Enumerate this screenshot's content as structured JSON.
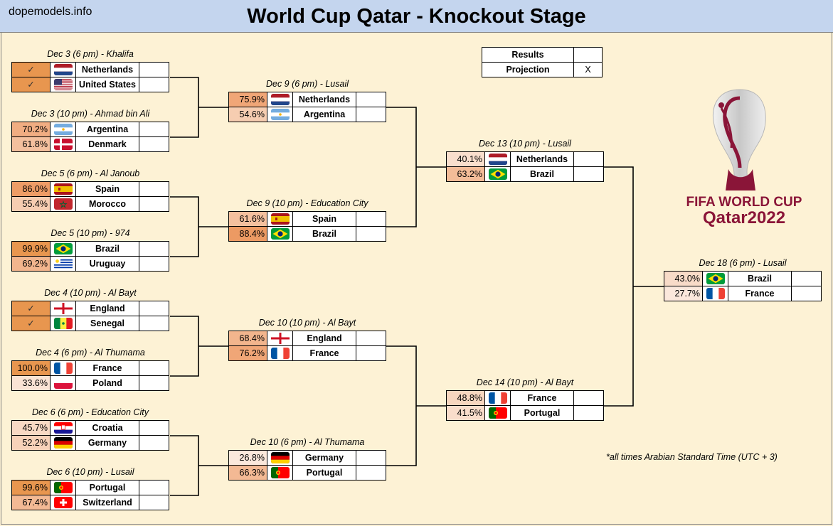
{
  "site": "dopemodels.info",
  "title": "World Cup Qatar - Knockout Stage",
  "colors": {
    "header_bg": "#c4d5ee",
    "page_bg": "#fdf2d5",
    "done": "#f1a26f",
    "brand": "#8a1538"
  },
  "legend": [
    {
      "name": "Results",
      "value": ""
    },
    {
      "name": "Projection",
      "value": "X"
    }
  ],
  "note": "*all times Arabian Standard Time (UTC + 3)",
  "logo": {
    "line1": "FIFA WORLD CUP",
    "line2": "Qatar2022"
  },
  "matches": [
    {
      "id": "r16-1",
      "label": "Dec 3 (6 pm) - Khalifa",
      "teams": [
        {
          "pct": "✓",
          "flag": "netherlands-flag-icon",
          "name": "Netherlands",
          "shade": "#e8964f"
        },
        {
          "pct": "✓",
          "flag": "usa-flag-icon",
          "name": "United States",
          "shade": "#e8964f"
        }
      ]
    },
    {
      "id": "r16-2",
      "label": "Dec 3 (10 pm) - Ahmad bin Ali",
      "teams": [
        {
          "pct": "70.2%",
          "flag": "argentina-flag-icon",
          "name": "Argentina",
          "shade": "#f1ad82"
        },
        {
          "pct": "61.8%",
          "flag": "denmark-flag-icon",
          "name": "Denmark",
          "shade": "#f4c09e"
        }
      ]
    },
    {
      "id": "r16-3",
      "label": "Dec 5 (6 pm) - Al Janoub",
      "teams": [
        {
          "pct": "86.0%",
          "flag": "spain-flag-icon",
          "name": "Spain",
          "shade": "#ed9c66"
        },
        {
          "pct": "55.4%",
          "flag": "morocco-flag-icon",
          "name": "Morocco",
          "shade": "#f6cdb1"
        }
      ]
    },
    {
      "id": "r16-4",
      "label": "Dec 5 (10 pm) - 974",
      "teams": [
        {
          "pct": "99.9%",
          "flag": "brazil-flag-icon",
          "name": "Brazil",
          "shade": "#e8964f"
        },
        {
          "pct": "69.2%",
          "flag": "uruguay-flag-icon",
          "name": "Uruguay",
          "shade": "#f2b58d"
        }
      ]
    },
    {
      "id": "r16-5",
      "label": "Dec 4 (10 pm) - Al Bayt",
      "teams": [
        {
          "pct": "✓",
          "flag": "england-flag-icon",
          "name": "England",
          "shade": "#e8964f"
        },
        {
          "pct": "✓",
          "flag": "senegal-flag-icon",
          "name": "Senegal",
          "shade": "#e8964f"
        }
      ]
    },
    {
      "id": "r16-6",
      "label": "Dec 4 (6 pm) - Al Thumama",
      "teams": [
        {
          "pct": "100.0%",
          "flag": "france-flag-icon",
          "name": "France",
          "shade": "#e8964f"
        },
        {
          "pct": "33.6%",
          "flag": "poland-flag-icon",
          "name": "Poland",
          "shade": "#fae3d4"
        }
      ]
    },
    {
      "id": "r16-7",
      "label": "Dec 6 (6 pm) - Education City",
      "teams": [
        {
          "pct": "45.7%",
          "flag": "croatia-flag-icon",
          "name": "Croatia",
          "shade": "#f8d9c4"
        },
        {
          "pct": "52.2%",
          "flag": "germany-flag-icon",
          "name": "Germany",
          "shade": "#f7d2b9"
        }
      ]
    },
    {
      "id": "r16-8",
      "label": "Dec 6 (10 pm) - Lusail",
      "teams": [
        {
          "pct": "99.6%",
          "flag": "portugal-flag-icon",
          "name": "Portugal",
          "shade": "#e8964f"
        },
        {
          "pct": "67.4%",
          "flag": "switzerland-flag-icon",
          "name": "Switzerland",
          "shade": "#f3b994"
        }
      ]
    },
    {
      "id": "qf-1",
      "label": "Dec 9 (6 pm) - Lusail",
      "teams": [
        {
          "pct": "75.9%",
          "flag": "netherlands-flag-icon",
          "name": "Netherlands",
          "shade": "#f0a677"
        },
        {
          "pct": "54.6%",
          "flag": "argentina-flag-icon",
          "name": "Argentina",
          "shade": "#f6cdb1"
        }
      ]
    },
    {
      "id": "qf-2",
      "label": "Dec 9 (10 pm) - Education City",
      "teams": [
        {
          "pct": "61.6%",
          "flag": "spain-flag-icon",
          "name": "Spain",
          "shade": "#f4c09e"
        },
        {
          "pct": "88.4%",
          "flag": "brazil-flag-icon",
          "name": "Brazil",
          "shade": "#ec9a63"
        }
      ]
    },
    {
      "id": "qf-3",
      "label": "Dec 10 (10 pm) - Al Bayt",
      "teams": [
        {
          "pct": "68.4%",
          "flag": "england-flag-icon",
          "name": "England",
          "shade": "#f2b58d"
        },
        {
          "pct": "76.2%",
          "flag": "france-flag-icon",
          "name": "France",
          "shade": "#f0a677"
        }
      ]
    },
    {
      "id": "qf-4",
      "label": "Dec 10 (6 pm) - Al Thumama",
      "teams": [
        {
          "pct": "26.8%",
          "flag": "germany-flag-icon",
          "name": "Germany",
          "shade": "#fbe8dc"
        },
        {
          "pct": "66.3%",
          "flag": "portugal-flag-icon",
          "name": "Portugal",
          "shade": "#f3b994"
        }
      ]
    },
    {
      "id": "sf-1",
      "label": "Dec 13 (10 pm) - Lusail",
      "teams": [
        {
          "pct": "40.1%",
          "flag": "netherlands-flag-icon",
          "name": "Netherlands",
          "shade": "#f9dfcd"
        },
        {
          "pct": "63.2%",
          "flag": "brazil-flag-icon",
          "name": "Brazil",
          "shade": "#f3bc98"
        }
      ]
    },
    {
      "id": "sf-2",
      "label": "Dec 14 (10 pm) - Al Bayt",
      "teams": [
        {
          "pct": "48.8%",
          "flag": "france-flag-icon",
          "name": "France",
          "shade": "#f7d6bf"
        },
        {
          "pct": "41.5%",
          "flag": "portugal-flag-icon",
          "name": "Portugal",
          "shade": "#f9ddcb"
        }
      ]
    },
    {
      "id": "final",
      "label": "Dec 18 (6 pm) - Lusail",
      "teams": [
        {
          "pct": "43.0%",
          "flag": "brazil-flag-icon",
          "name": "Brazil",
          "shade": "#f8dbc8"
        },
        {
          "pct": "27.7%",
          "flag": "france-flag-icon",
          "name": "France",
          "shade": "#fbe8dc"
        }
      ]
    }
  ]
}
